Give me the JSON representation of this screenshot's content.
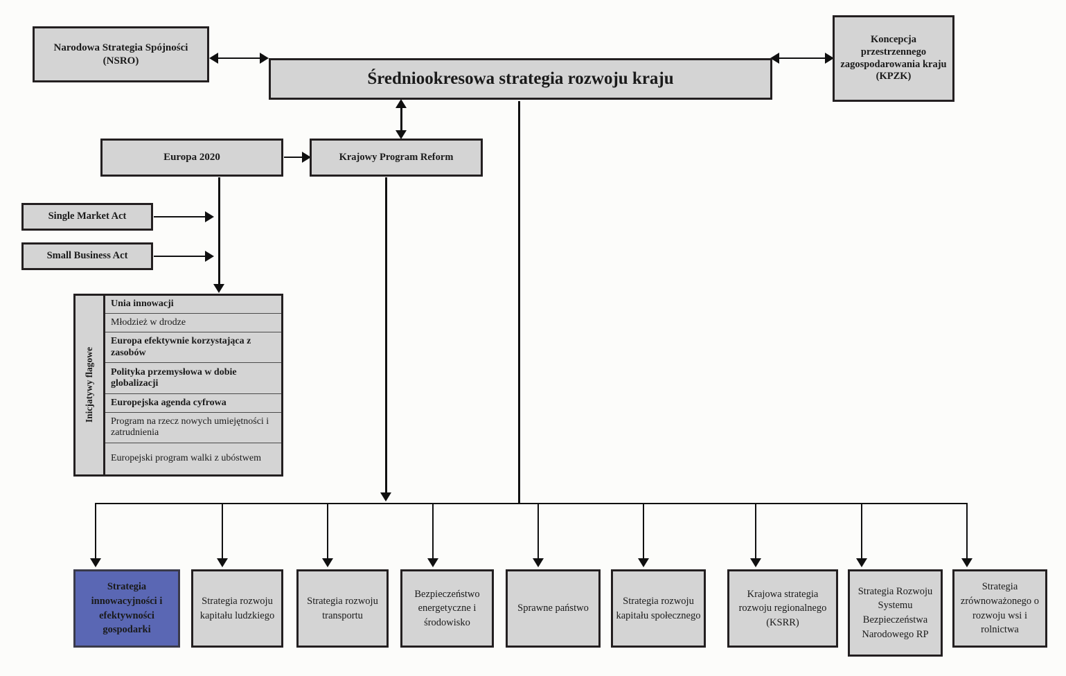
{
  "diagram": {
    "title_box": {
      "label": "Średniookresowa strategia rozwoju kraju"
    },
    "top_left_box": {
      "label": "Narodowa Strategia Spójności (NSRO)"
    },
    "top_right_box": {
      "label": "Koncepcja przestrzennego zagospodarowania kraju (KPZK)"
    },
    "europa_box": {
      "label": "Europa 2020"
    },
    "kpr_box": {
      "label": "Krajowy Program Reform"
    },
    "single_market_box": {
      "label": "Single Market Act"
    },
    "small_business_box": {
      "label": "Small Business Act"
    },
    "flagship": {
      "side_label": "Inicjatywy flagowe",
      "rows": [
        {
          "label": "Unia innowacji",
          "emphasis": "bold"
        },
        {
          "label": "Młodzież w drodze",
          "emphasis": "normal"
        },
        {
          "label": "Europa efektywnie korzystająca z zasobów",
          "emphasis": "bold"
        },
        {
          "label": "Polityka przemysłowa w dobie globalizacji",
          "emphasis": "bold"
        },
        {
          "label": "Europejska agenda cyfrowa",
          "emphasis": "bold"
        },
        {
          "label": "Program na rzecz nowych umiejętności i zatrudnienia",
          "emphasis": "normal"
        },
        {
          "label": "Europejski program walki z ubóstwem",
          "emphasis": "normal"
        }
      ]
    },
    "strategies": [
      {
        "label": "Strategia innowacyjności i efektywności gospodarki",
        "highlighted": true
      },
      {
        "label": "Strategia rozwoju kapitału ludzkiego",
        "highlighted": false
      },
      {
        "label": "Strategia rozwoju transportu",
        "highlighted": false
      },
      {
        "label": "Bezpieczeństwo energetyczne i środowisko",
        "highlighted": false
      },
      {
        "label": "Sprawne państwo",
        "highlighted": false
      },
      {
        "label": "Strategia rozwoju kapitału społecznego",
        "highlighted": false
      },
      {
        "label": "Krajowa strategia rozwoju regionalnego (KSRR)",
        "highlighted": false
      },
      {
        "label": "Strategia Rozwoju Systemu Bezpieczeństwa Narodowego RP",
        "highlighted": false
      },
      {
        "label": "Strategia zrównoważonego o rozwoju wsi i rolnictwa",
        "highlighted": false
      }
    ],
    "colors": {
      "box_fill": "#d4d4d4",
      "box_border": "#231f20",
      "highlight_fill": "#5a67b4",
      "line": "#101010",
      "background": "#fcfcfa"
    }
  }
}
